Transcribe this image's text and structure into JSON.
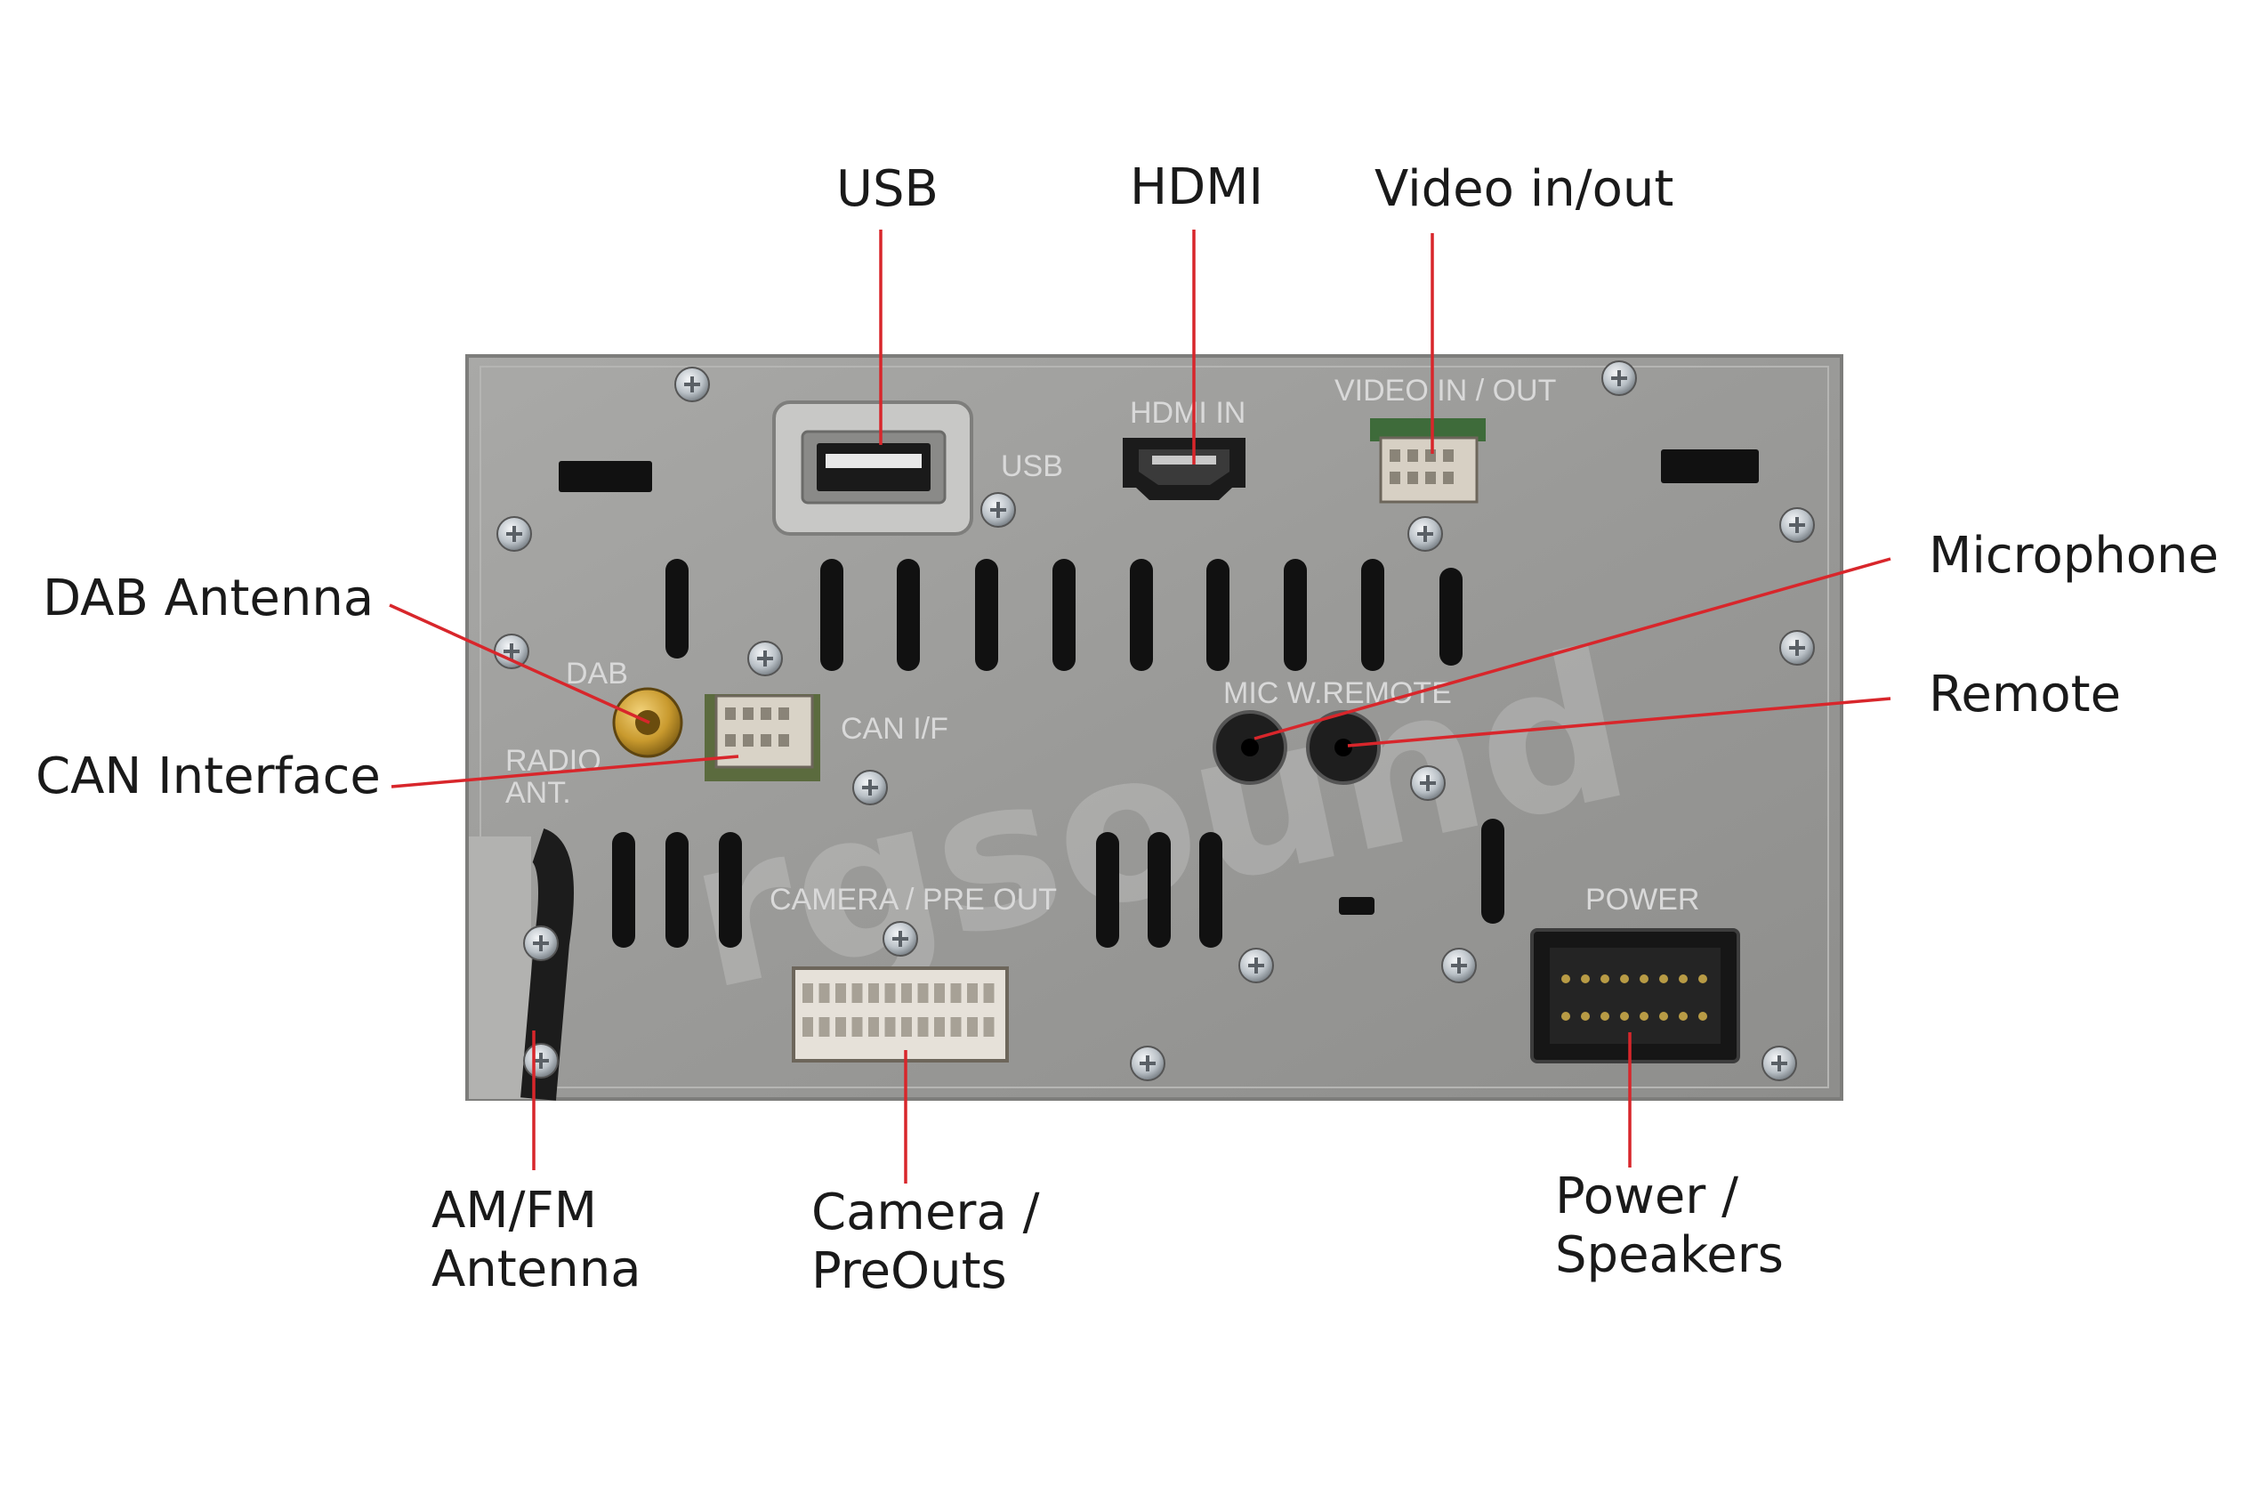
{
  "callouts": {
    "usb": "USB",
    "hdmi": "HDMI",
    "video": "Video in/out",
    "dab": "DAB Antenna",
    "can": "CAN Interface",
    "microphone": "Microphone",
    "remote": "Remote",
    "amfm_line1": "AM/FM",
    "amfm_line2": "Antenna",
    "camera_line1": "Camera /",
    "camera_line2": "PreOuts",
    "power_line1": "Power /",
    "power_line2": "Speakers"
  },
  "panel_prints": {
    "usb": "USB",
    "hdmi": "HDMI IN",
    "video": "VIDEO IN / OUT",
    "dab": "DAB",
    "radio1": "RADIO",
    "radio2": "ANT.",
    "can": "CAN I/F",
    "mic": "MIC  W.REMOTE",
    "camera": "CAMERA / PRE OUT",
    "power": "POWER"
  },
  "watermark": "rgsound",
  "colors": {
    "leader": "#d8262b",
    "panel": "#9c9c9a",
    "text": "#1a1a1a"
  }
}
